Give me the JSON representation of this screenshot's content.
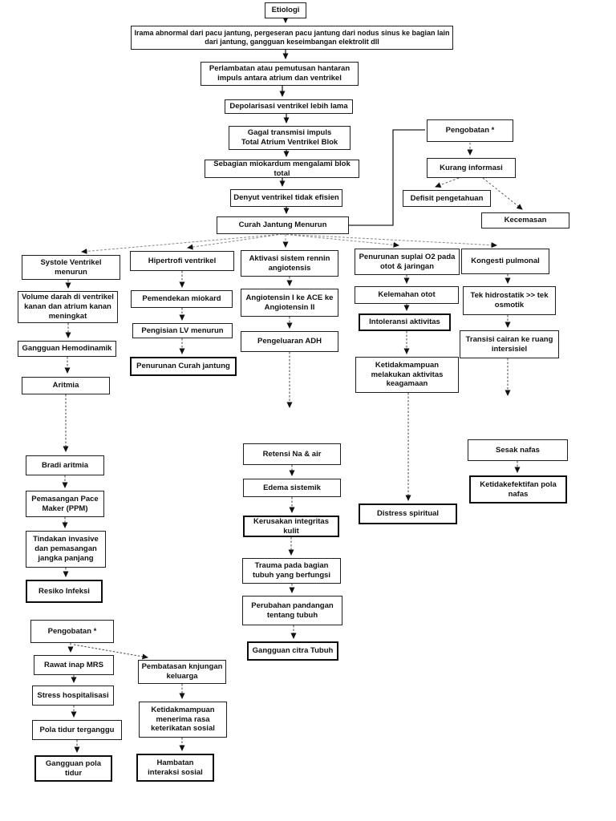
{
  "diagram_title": "Pathway Atrium Ventrikel Blok (flowchart)",
  "colors": {
    "background": "#ffffff",
    "box_border": "#1f1f1f",
    "bold_box_border": "#0d0d0d",
    "text": "#111111",
    "connector": "#6f6f6f",
    "arrowhead": "#111111"
  },
  "nodes": {
    "etiologi": "Etiologi",
    "irama": "Irama abnormal dari pacu jantung, pergeseran pacu jantung dari nodus sinus ke bagian lain dari jantung, gangguan keseimbangan elektrolit dll",
    "perlambatan": "Perlambatan atau pemutusan hantaran impuls antara atrium dan ventrikel",
    "depolarisasi": "Depolarisasi ventrikel lebih lama",
    "gagal": "Gagal transmisi impuls\nTotal Atrium Ventrikel Blok",
    "sebagian": "Sebagian miokardum mengalami blok total",
    "denyut": "Denyut ventrikel tidak efisien",
    "curah": "Curah Jantung Menurun",
    "pengobatan1": "Pengobatan *",
    "kurang_informasi": "Kurang informasi",
    "defisit": "Defisit pengetahuan",
    "kecemasan": "Kecemasan",
    "systole": "Systole Ventrikel menurun",
    "volume": "Volume darah di ventrikel kanan dan atrium kanan meningkat",
    "hemodinamik": "Gangguan Hemodinamik",
    "aritmia": "Aritmia",
    "hipertrofi": "Hipertrofi ventrikel",
    "pemendekan": "Pemendekan miokard",
    "pengisian": "Pengisian LV menurun",
    "penurunan_curah": "Penurunan Curah jantung",
    "aktivasi": "Aktivasi sistem rennin angiotensis",
    "angiotensin": "Angiotensin I ke ACE ke Angiotensin II",
    "adh": "Pengeluaran ADH",
    "suplai": "Penurunan suplai O2 pada otot & jaringan",
    "kelemahan": "Kelemahan otot",
    "intoleransi": "Intoleransi aktivitas",
    "keagamaan": "Ketidakmampuan melakukan aktivitas keagamaan",
    "kongesti": "Kongesti pulmonal",
    "hidrostatik": "Tek hidrostatik >> tek osmotik",
    "transisi": "Transisi cairan ke ruang intersisiel",
    "bradi": "Bradi aritmia",
    "ppm": "Pemasangan Pace Maker (PPM)",
    "tindakan": "Tindakan invasive dan pemasangan jangka panjang",
    "resiko_infeksi": "Resiko Infeksi",
    "retensi": "Retensi Na & air",
    "edema": "Edema sistemik",
    "kerusakan": "Kerusakan integritas kulit",
    "trauma": "Trauma pada bagian tubuh yang berfungsi",
    "perubahan": "Perubahan pandangan tentang tubuh",
    "citra": "Gangguan citra Tubuh",
    "distress": "Distress spiritual",
    "sesak": "Sesak nafas",
    "ketidakefektifan": "Ketidakefektifan pola nafas",
    "pengobatan2": "Pengobatan *",
    "rawat": "Rawat inap MRS",
    "stress": "Stress hospitalisasi",
    "pola_tidur": "Pola tidur terganggu",
    "gangguan_tidur": "Gangguan pola tidur",
    "pembatasan": "Pembatasan knjungan keluarga",
    "ketidakmampuan_sosial": "Ketidakmampuan menerima rasa keterikatan sosial",
    "hambatan": "Hambatan interaksi sosial"
  }
}
